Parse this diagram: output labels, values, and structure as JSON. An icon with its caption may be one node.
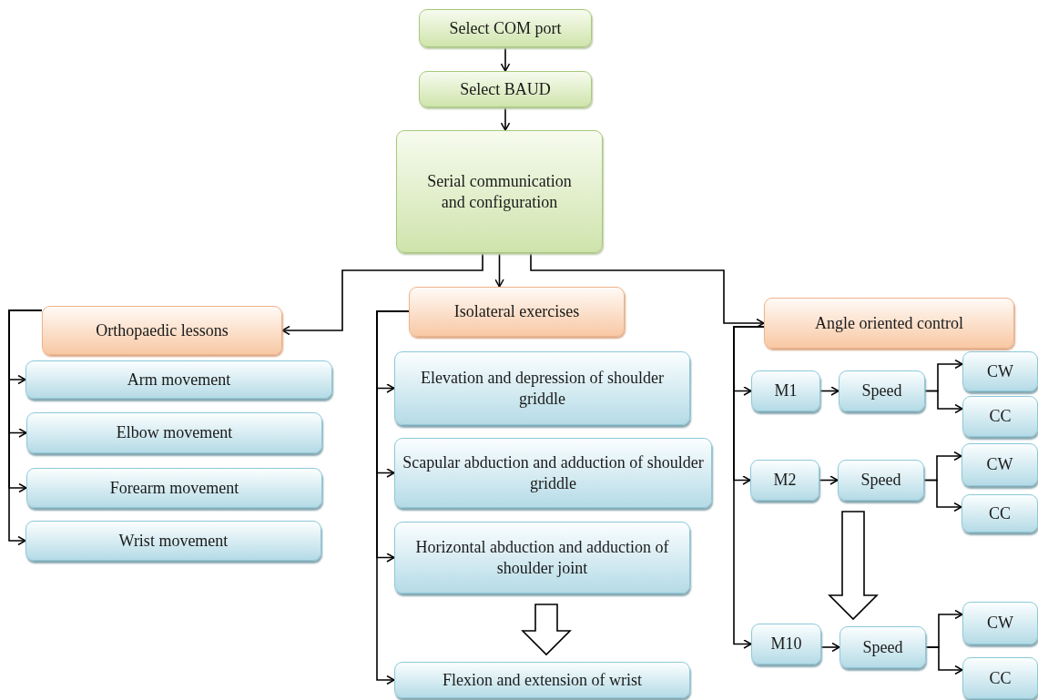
{
  "diagram": {
    "nodes": [
      {
        "text": [
          "Select COM port"
        ]
      },
      {
        "text": [
          "Select BAUD"
        ]
      },
      {
        "text": [
          "Serial communication and configuration"
        ]
      },
      {
        "text": [
          "Orthopaedic lessons"
        ]
      },
      {
        "text": [
          "Isolateral exercises"
        ]
      },
      {
        "text": [
          "Angle oriented control"
        ]
      },
      {
        "text": [
          "Arm movement"
        ]
      },
      {
        "text": [
          "Elbow movement"
        ]
      },
      {
        "text": [
          "Forearm movement"
        ]
      },
      {
        "text": [
          "Wrist movement"
        ]
      },
      {
        "text": [
          "Elevation and depression of shoulder griddle"
        ]
      },
      {
        "text": [
          "Scapular abduction and adduction of shoulder griddle"
        ]
      },
      {
        "text": [
          "Horizontal abduction and adduction of shoulder joint"
        ]
      },
      {
        "text": [
          "Flexion and extension of wrist"
        ]
      },
      {
        "text": [
          "M1"
        ]
      },
      {
        "text": [
          "Speed"
        ]
      },
      {
        "text": [
          "CW"
        ]
      },
      {
        "text": [
          "CC"
        ]
      },
      {
        "text": [
          "M2"
        ]
      },
      {
        "text": [
          "Speed"
        ]
      },
      {
        "text": [
          "CW"
        ]
      },
      {
        "text": [
          "CC"
        ]
      },
      {
        "text": [
          "M10"
        ]
      },
      {
        "text": [
          "Speed"
        ]
      },
      {
        "text": [
          "CW"
        ]
      },
      {
        "text": [
          "CC"
        ]
      }
    ],
    "edges": [
      {
        "from": 0,
        "to": 1,
        "arrow": "to"
      },
      {
        "from": 1,
        "to": 2,
        "arrow": "to"
      },
      {
        "from": 2,
        "to": 3,
        "arrow": "to"
      },
      {
        "from": 2,
        "to": 4,
        "arrow": "to"
      },
      {
        "from": 2,
        "to": 5,
        "arrow": "to"
      },
      {
        "from": 3,
        "to": 6,
        "arrow": "to"
      },
      {
        "from": 3,
        "to": 7,
        "arrow": "to"
      },
      {
        "from": 3,
        "to": 8,
        "arrow": "to"
      },
      {
        "from": 3,
        "to": 9,
        "arrow": "to"
      },
      {
        "from": 4,
        "to": 10,
        "arrow": "to"
      },
      {
        "from": 4,
        "to": 11,
        "arrow": "to"
      },
      {
        "from": 4,
        "to": 12,
        "arrow": "to"
      },
      {
        "from": 4,
        "to": 13,
        "arrow": "to"
      },
      {
        "from": 12,
        "to": 13,
        "arrow": "to",
        "style": "thick"
      },
      {
        "from": 5,
        "to": 14,
        "arrow": "to"
      },
      {
        "from": 5,
        "to": 18,
        "arrow": "to"
      },
      {
        "from": 5,
        "to": 22,
        "arrow": "to"
      },
      {
        "from": 14,
        "to": 15,
        "arrow": "to"
      },
      {
        "from": 15,
        "to": 16,
        "arrow": "to"
      },
      {
        "from": 15,
        "to": 17,
        "arrow": "to"
      },
      {
        "from": 18,
        "to": 19,
        "arrow": "to"
      },
      {
        "from": 19,
        "to": 20,
        "arrow": "to"
      },
      {
        "from": 19,
        "to": 21,
        "arrow": "to"
      },
      {
        "from": 19,
        "to": 23,
        "arrow": "to",
        "style": "thick"
      },
      {
        "from": 22,
        "to": 23,
        "arrow": "to"
      },
      {
        "from": 23,
        "to": 24,
        "arrow": "to"
      },
      {
        "from": 23,
        "to": 25,
        "arrow": "to"
      }
    ]
  }
}
